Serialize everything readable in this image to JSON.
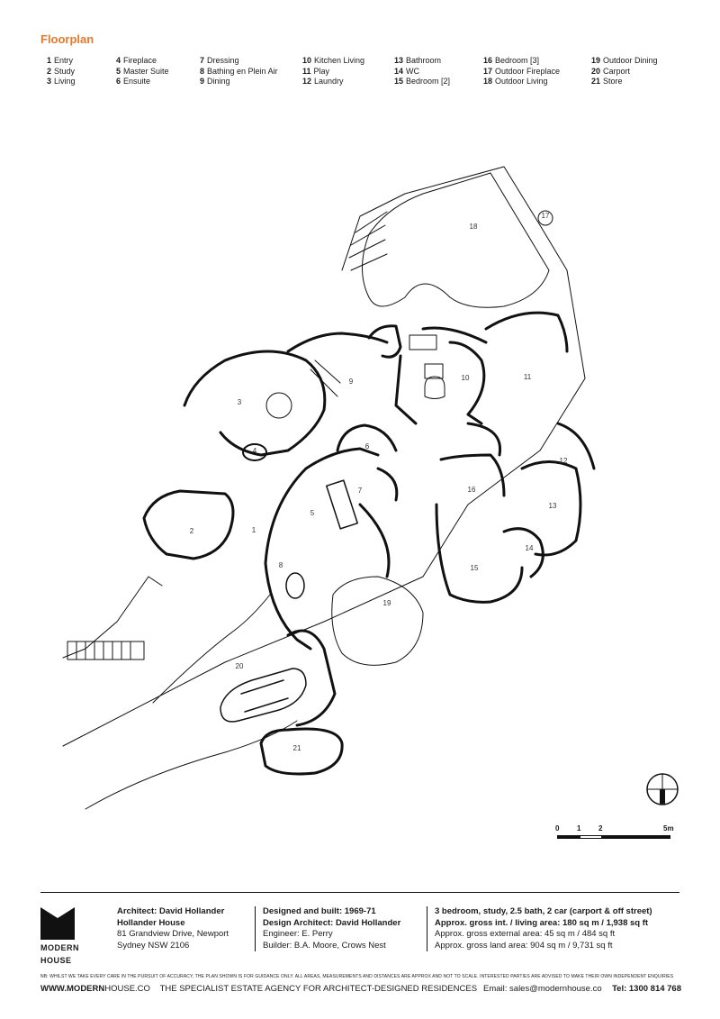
{
  "title": "Floorplan",
  "legend": [
    [
      {
        "num": "1",
        "label": "Entry"
      },
      {
        "num": "2",
        "label": "Study"
      },
      {
        "num": "3",
        "label": "Living"
      }
    ],
    [
      {
        "num": "4",
        "label": "Fireplace"
      },
      {
        "num": "5",
        "label": "Master Suite"
      },
      {
        "num": "6",
        "label": "Ensuite"
      }
    ],
    [
      {
        "num": "7",
        "label": "Dressing"
      },
      {
        "num": "8",
        "label": "Bathing en Plein Air"
      },
      {
        "num": "9",
        "label": "Dining"
      }
    ],
    [
      {
        "num": "10",
        "label": "Kitchen Living"
      },
      {
        "num": "11",
        "label": "Play"
      },
      {
        "num": "12",
        "label": "Laundry"
      }
    ],
    [
      {
        "num": "13",
        "label": "Bathroom"
      },
      {
        "num": "14",
        "label": "WC"
      },
      {
        "num": "15",
        "label": "Bedroom [2]"
      }
    ],
    [
      {
        "num": "16",
        "label": "Bedroom [3]"
      },
      {
        "num": "17",
        "label": "Outdoor Fireplace"
      },
      {
        "num": "18",
        "label": "Outdoor Living"
      }
    ],
    [
      {
        "num": "19",
        "label": "Outdoor Dining"
      },
      {
        "num": "20",
        "label": "Carport"
      },
      {
        "num": "21",
        "label": "Store"
      }
    ]
  ],
  "plan_labels": [
    "1",
    "2",
    "3",
    "4",
    "5",
    "6",
    "7",
    "8",
    "9",
    "10",
    "11",
    "12",
    "13",
    "14",
    "15",
    "16",
    "17",
    "18",
    "19",
    "20",
    "21"
  ],
  "scale": {
    "ticks": [
      "0",
      "1",
      "2",
      "5m"
    ]
  },
  "footer": {
    "architect": "Architect: David Hollander",
    "house": "Hollander House",
    "address1": "81 Grandview Drive, Newport",
    "address2": "Sydney NSW 2106",
    "designed": "Designed and built: 1969-71",
    "design_architect": "Design Architect: David Hollander",
    "engineer": "Engineer: E. Perry",
    "builder": "Builder: B.A. Moore, Crows Nest",
    "summary": "3 bedroom, study, 2.5 bath, 2 car (carport & off street)",
    "gross_int": "Approx. gross int. / living area: 180 sq m / 1,938 sq ft",
    "gross_ext": "Approx. gross external area: 45 sq m / 484 sq ft",
    "gross_land": "Approx. gross land area: 904 sq m / 9,731 sq ft"
  },
  "brand": {
    "line1": "MODERN",
    "line2": "HOUSE"
  },
  "disclaimer": "NB: WHILST WE TAKE EVERY CARE IN THE PURSUIT OF ACCURACY, THE PLAN SHOWN IS FOR GUIDANCE ONLY. ALL AREAS, MEASUREMENTS AND DISTANCES ARE APPROX AND NOT TO SCALE. INTERESTED PARTIES ARE ADVISED TO MAKE THEIR OWN INDEPENDENT ENQUIRIES",
  "bottom": {
    "site_bold": "WWW.MODERN",
    "site_light": "HOUSE.CO",
    "tagline": "THE SPECIALIST ESTATE AGENCY FOR ARCHITECT-DESIGNED RESIDENCES",
    "email": "Email: sales@modernhouse.co",
    "tel": "Tel: 1300 814 768"
  },
  "colors": {
    "accent": "#e8782a",
    "ink": "#111111"
  }
}
